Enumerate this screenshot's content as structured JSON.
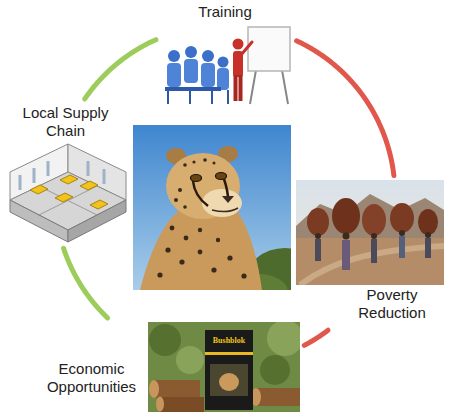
{
  "diagram": {
    "nodes": [
      {
        "text": [
          "Training"
        ]
      },
      {
        "text": [
          "Local Supply Chain"
        ]
      },
      {
        "text": [
          "Poverty Reduction"
        ]
      },
      {
        "text": [
          "Economic Opportunities"
        ]
      }
    ],
    "edges": [
      {
        "from": 0,
        "to": 2,
        "arrow": "none"
      },
      {
        "from": 2,
        "to": 3,
        "arrow": "none"
      },
      {
        "from": 3,
        "to": 1,
        "arrow": "none"
      },
      {
        "from": 1,
        "to": 0,
        "arrow": "none"
      }
    ],
    "labels": [
      "Bushblok"
    ]
  }
}
